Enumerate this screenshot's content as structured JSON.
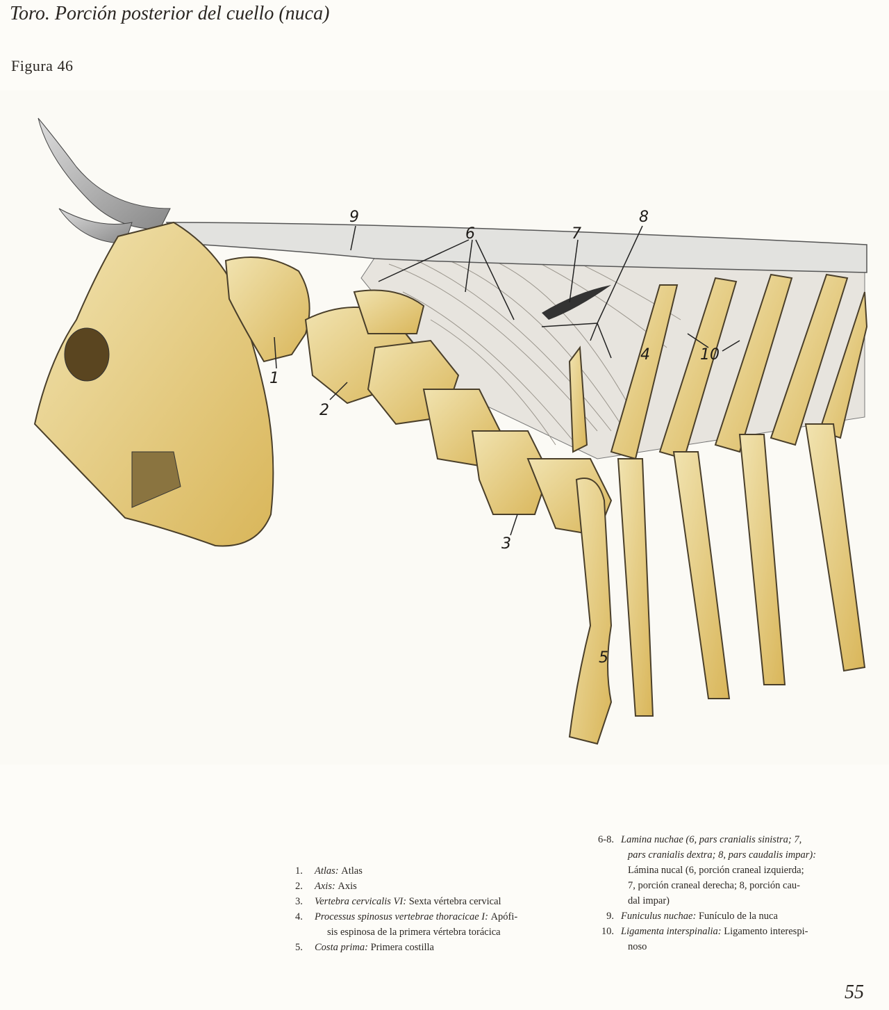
{
  "page": {
    "title": "Toro. Porción posterior del cuello (nuca)",
    "figure_label": "Figura 46",
    "page_number": "55"
  },
  "figure": {
    "labels": [
      "1",
      "2",
      "3",
      "4",
      "5",
      "6",
      "7",
      "8",
      "9",
      "10"
    ],
    "colors": {
      "bone": "#e9d48e",
      "bone_shadow": "#c9a94c",
      "ligament": "#d9d6d0",
      "outline": "#4a3f2a"
    }
  },
  "legend": {
    "left": [
      {
        "num": "1.",
        "latin": "Atlas:",
        "spanish": "Atlas"
      },
      {
        "num": "2.",
        "latin": "Axis:",
        "spanish": "Axis"
      },
      {
        "num": "3.",
        "latin": "Vertebra cervicalis VI:",
        "spanish": "Sexta vértebra cervical"
      },
      {
        "num": "4.",
        "latin": "Processus spinosus vertebrae thoracicae I:",
        "spanish": "Apófi-",
        "continuation": "sis espinosa de la primera vértebra torácica"
      },
      {
        "num": "5.",
        "latin": "Costa prima:",
        "spanish": "Primera costilla"
      }
    ],
    "right": [
      {
        "num": "6-8.",
        "latin_lines": [
          "Lamina nuchae (6, pars cranialis sinistra; 7,",
          "pars cranialis dextra; 8, pars caudalis impar):"
        ],
        "spanish_lines": [
          "Lámina nucal (6, porción craneal izquierda;",
          "7, porción craneal derecha; 8, porción cau-",
          "dal impar)"
        ]
      },
      {
        "num": "9.",
        "latin": "Funiculus nuchae:",
        "spanish": "Funículo de la nuca"
      },
      {
        "num": "10.",
        "latin": "Ligamenta interspinalia:",
        "spanish": "Ligamento interespi-",
        "continuation": "noso"
      }
    ]
  }
}
